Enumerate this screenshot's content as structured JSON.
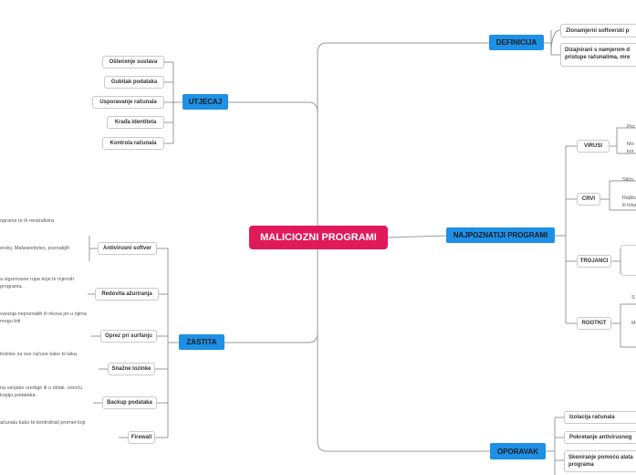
{
  "root": {
    "label": "MALICIOZNI PROGRAMI"
  },
  "branches": {
    "definicija": {
      "label": "DEFINICIJA",
      "items": [
        "Zlonamjerni softverski p",
        "Dizajnirani s namjerom d pristupe računalima, mre"
      ]
    },
    "utjecaj": {
      "label": "UTJECAJ",
      "items": [
        "Oštećenje sustava",
        "Gubitak podataka",
        "Usporavanje računala",
        "Krađa identiteta",
        "Kontrola računala"
      ]
    },
    "najpoznatiji": {
      "label": "NAJPOZNATIJI PROGRAMI",
      "items": [
        {
          "label": "VIRUSI",
          "notes": [
            "Pro",
            "Mo kor"
          ]
        },
        {
          "label": "CRVI",
          "notes": [
            "Sličn",
            "Replic ili loka"
          ]
        },
        {
          "label": "TROJANCI",
          "notes": []
        },
        {
          "label": "ROOTKIT",
          "notes": [
            "S a",
            "M o"
          ]
        }
      ]
    },
    "zastita": {
      "label": "ZASTITA",
      "items": [
        {
          "label": "Antivirusni softver",
          "notes": [
            "ograme te ih neutralizira",
            "ersky, Malwarebytes, poznatijih"
          ]
        },
        {
          "label": "Redovita ažuriranja",
          "notes": [
            "a sigurnosne rupe koje bi mjernih programa."
          ]
        },
        {
          "label": "Oprez pri surfanju",
          "notes": [
            "varanja nepoznatih ili nkova jer u njima mogu biti"
          ]
        },
        {
          "label": "Snažne lozinke",
          "notes": [
            "lozinke za sve račune kako bi taka."
          ]
        },
        {
          "label": "Backup podataka",
          "notes": [
            "na vanjske uređaje ili u oblak. omoću kopiju podataka."
          ]
        },
        {
          "label": "Firewall",
          "notes": [
            "ačunalu kako bi kontrolirali promet koji"
          ]
        }
      ]
    },
    "oporavak": {
      "label": "OPORAVAK",
      "items": [
        "Izolacija računala",
        "Pokretanje antivirusnog",
        "Skeniranje pomoću alata programa"
      ]
    }
  },
  "colors": {
    "root": "#e0195a",
    "branch": "#1e90e6",
    "line": "#9a9a9a"
  }
}
